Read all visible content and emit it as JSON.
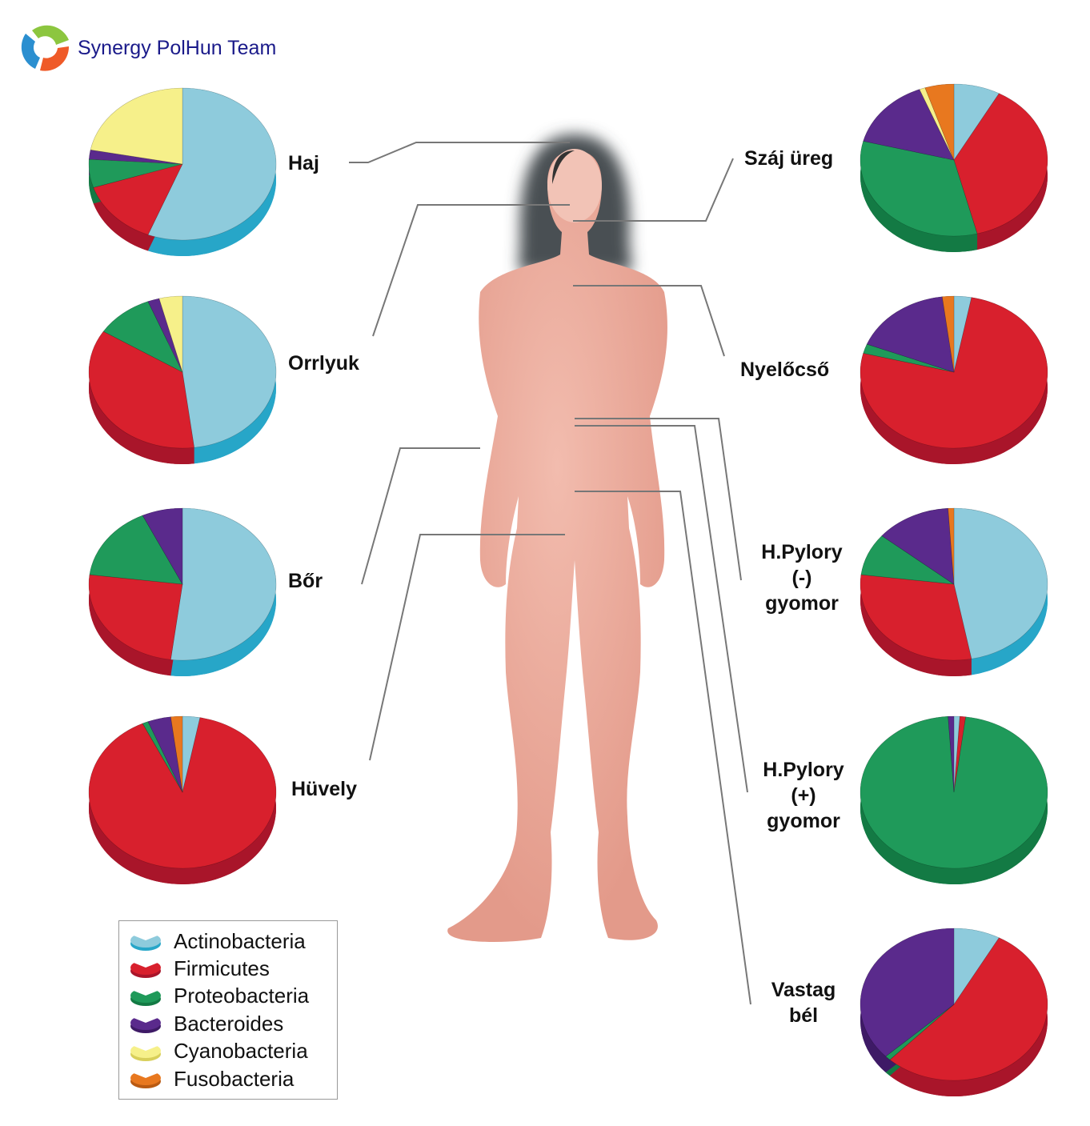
{
  "brand": {
    "name": "Synergy PolHun Team",
    "logo_text": "PolHun Team"
  },
  "colors": {
    "Actinobacteria": [
      "#8ecbdc",
      "#27a6c8"
    ],
    "Firmicutes": [
      "#d8202d",
      "#a9152a"
    ],
    "Proteobacteria": [
      "#1f9a5a",
      "#137a44"
    ],
    "Bacteroides": [
      "#5a2a8c",
      "#3e1a66"
    ],
    "Cyanobacteria": [
      "#f6f08a",
      "#d8cf5a"
    ],
    "Fusobacteria": [
      "#e8781f",
      "#b95a12"
    ]
  },
  "chart_data": {
    "type": "pie",
    "title": "",
    "legend": [
      "Actinobacteria",
      "Firmicutes",
      "Proteobacteria",
      "Bacteroides",
      "Cyanobacteria",
      "Fusobacteria"
    ],
    "legend_position": "bottom-left",
    "units": "percent",
    "pies": [
      {
        "label": "Haj",
        "values": [
          56,
          14,
          6,
          2,
          22,
          0
        ]
      },
      {
        "label": "Orrlyuk",
        "values": [
          48,
          36,
          10,
          2,
          4,
          0
        ]
      },
      {
        "label": "Bőr",
        "values": [
          52,
          25,
          16,
          7,
          0,
          0
        ]
      },
      {
        "label": "Hüvely",
        "values": [
          3,
          90,
          1,
          4,
          0,
          2
        ]
      },
      {
        "label": "Száj üreg",
        "values": [
          8,
          38,
          33,
          15,
          1,
          5
        ]
      },
      {
        "label": "Nyelőcső",
        "values": [
          3,
          76,
          2,
          17,
          0,
          2
        ]
      },
      {
        "label": "H.Pylory (-) gyomor",
        "lines": [
          "H.Pylory",
          "(-)",
          "gyomor"
        ],
        "values": [
          47,
          30,
          9,
          13,
          0,
          1
        ]
      },
      {
        "label": "H.Pylory (+) gyomor",
        "lines": [
          "H.Pylory",
          "(+)",
          "gyomor"
        ],
        "values": [
          1,
          1,
          97,
          1,
          0,
          0
        ]
      },
      {
        "label": "Vastag bél",
        "lines": [
          "Vastag",
          "bél"
        ],
        "values": [
          8,
          54,
          1,
          37,
          0,
          0
        ]
      }
    ]
  }
}
